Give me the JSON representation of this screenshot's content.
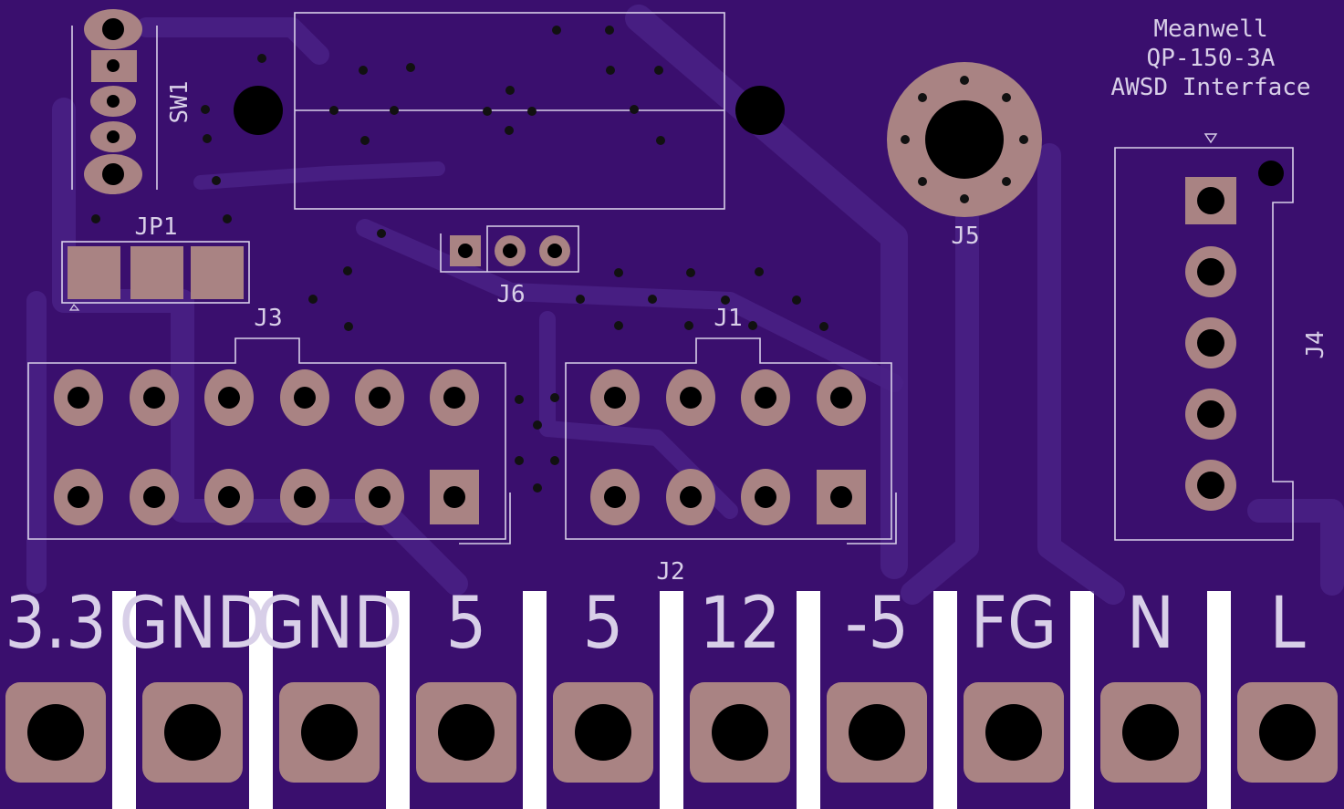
{
  "colors": {
    "board": "#3a0f6e",
    "pad": "#a98383",
    "silkscreen": "#d8cfe8",
    "background": "#ffffff"
  },
  "title": {
    "line1": "Meanwell",
    "line2": "QP-150-3A",
    "line3": "AWSD Interface"
  },
  "refs": {
    "sw1": "SW1",
    "jp1": "JP1",
    "j1": "J1",
    "j2": "J2",
    "j3": "J3",
    "j4": "J4",
    "j5": "J5",
    "j6": "J6"
  },
  "terminals": [
    "3.3",
    "GND",
    "GND",
    "5",
    "5",
    "12",
    "-5",
    "FG",
    "N",
    "L"
  ]
}
